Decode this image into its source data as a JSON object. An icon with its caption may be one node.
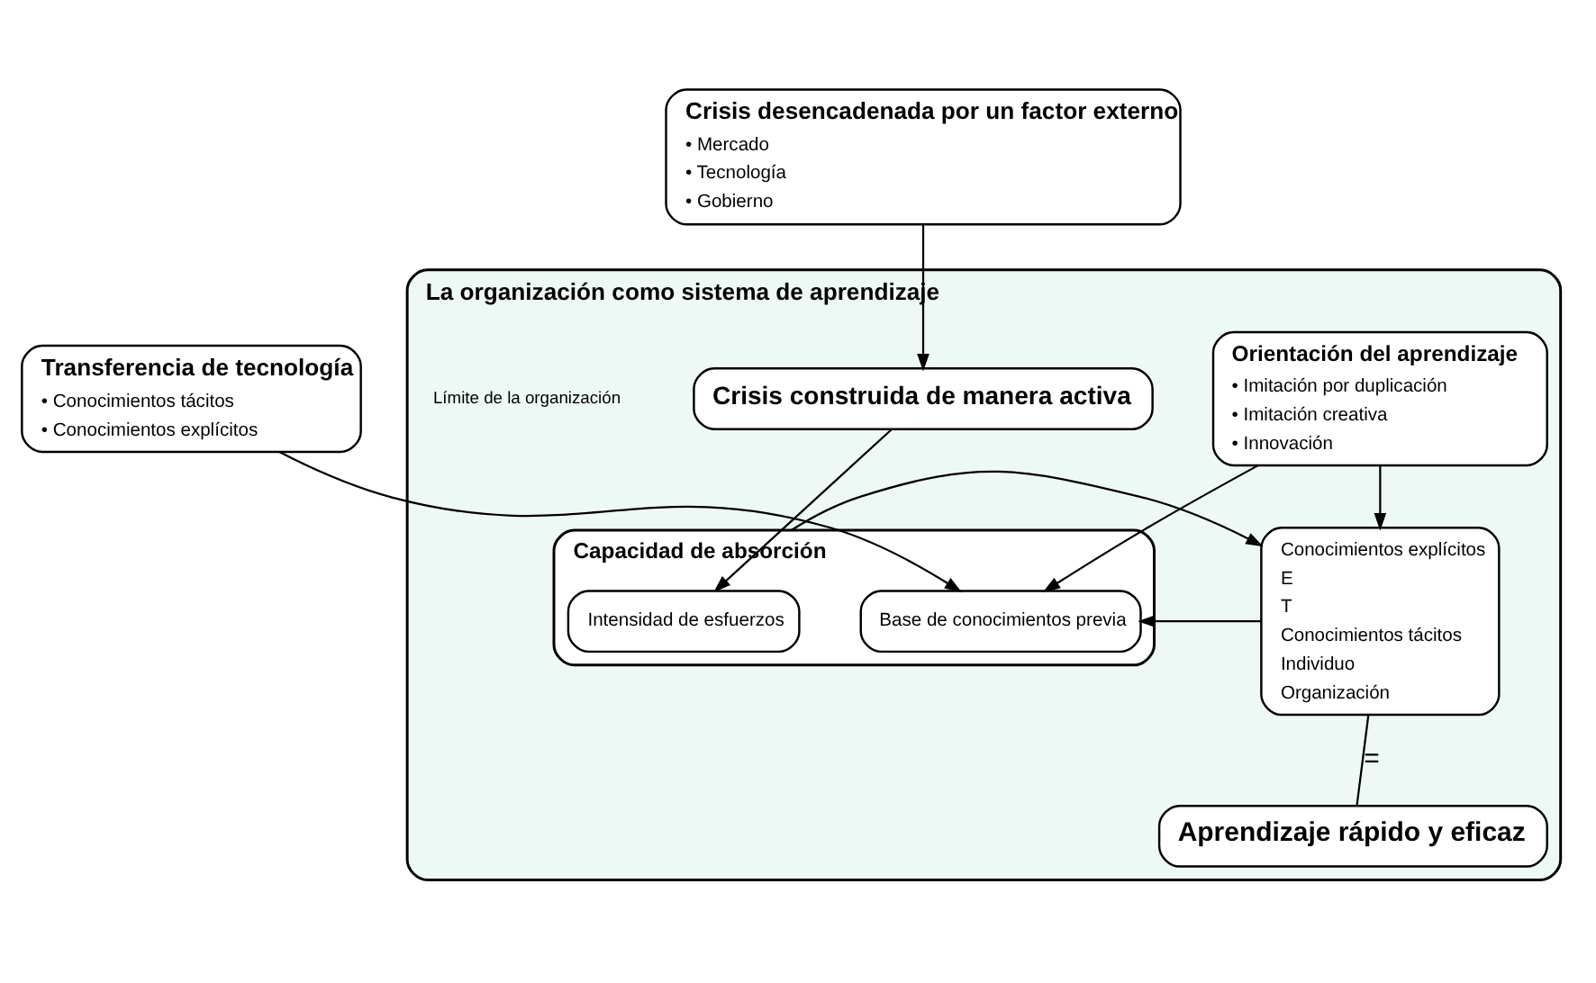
{
  "diagram": {
    "nodes": [
      {
        "text": [
          "Transferencia de tecnología",
          "• Conocimientos tácitos",
          "• Conocimientos explícitos"
        ]
      },
      {
        "text": [
          "La organización como sistema de aprendizaje"
        ],
        "beside": [
          "Límite de la organización"
        ]
      },
      {
        "text": [
          "Capacidad de absorción"
        ],
        "in": 1
      },
      {
        "text": [
          "Base de conocimientos previa"
        ],
        "in": 2
      },
      {
        "text": [
          "Intensidad de esfuerzos"
        ],
        "in": 2
      },
      {
        "text": [
          "Orientación del aprendizaje",
          "• Imitación por duplicación",
          "• Imitación creativa",
          "• Innovación"
        ],
        "in": 1
      },
      {
        "text": [
          "Conocimientos explícitos",
          "E",
          "T",
          "Conocimientos tácitos",
          "Individuo",
          "Organización"
        ],
        "in": 1
      },
      {
        "text": [
          "Crisis construida de manera activa"
        ],
        "in": 1
      },
      {
        "text": [
          "Crisis desencadenada por un factor externo",
          "• Mercado",
          "• Tecnología",
          "• Gobierno"
        ]
      },
      {
        "text": [
          "Aprendizaje rápido y eficaz"
        ],
        "in": 1
      }
    ],
    "edges": [
      {
        "from": 0,
        "to": 3,
        "arrow": "to"
      },
      {
        "from": 5,
        "to": 3,
        "arrow": "to"
      },
      {
        "from": 6,
        "to": 3,
        "arrow": "to"
      },
      {
        "from": 2,
        "to": 6,
        "arrow": "to"
      },
      {
        "from": 5,
        "to": 6,
        "arrow": "to"
      },
      {
        "from": 8,
        "to": 7,
        "arrow": "to"
      },
      {
        "from": 7,
        "to": 4,
        "arrow": "to"
      },
      {
        "from": 6,
        "to": 9,
        "arrow": "none",
        "label": "="
      }
    ]
  }
}
